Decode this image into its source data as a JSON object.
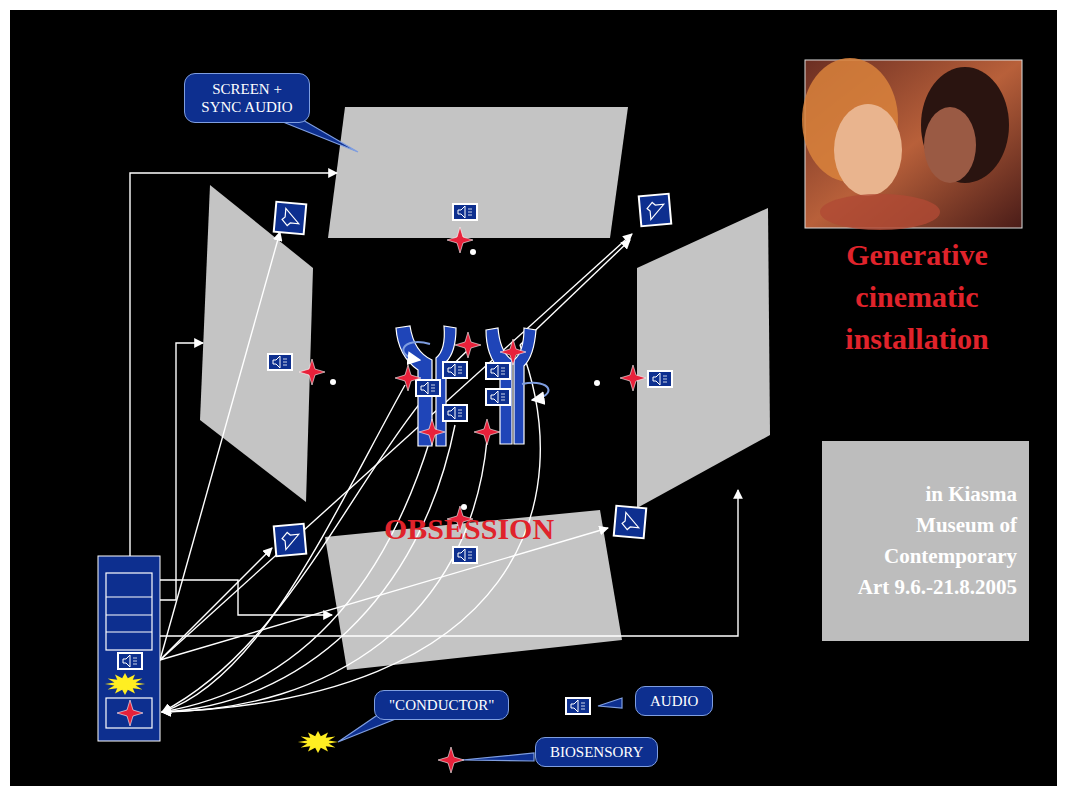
{
  "diagram": {
    "title": "Generative cinematic installation",
    "nodes": [
      {
        "text": [
          "SCREEN + SYNC AUDIO"
        ]
      },
      {
        "text": [
          "in Kiasma Museum of Contemporary Art 9.6.-21.8.2005"
        ]
      }
    ],
    "labels": [
      "OBSESSION"
    ],
    "legend": [
      {
        "text": "\"CONDUCTOR\""
      },
      {
        "text": "AUDIO"
      },
      {
        "text": "BIOSENSORY"
      }
    ]
  }
}
